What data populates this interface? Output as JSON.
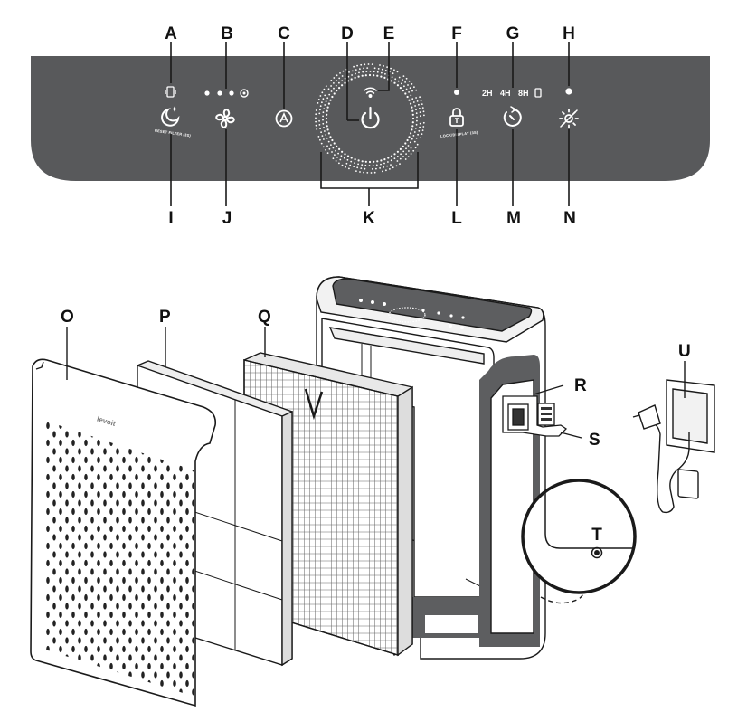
{
  "control_panel": {
    "callouts_top": [
      "A",
      "B",
      "C",
      "D",
      "E",
      "F",
      "G",
      "H"
    ],
    "callouts_bottom": [
      "I",
      "J",
      "K",
      "L",
      "M",
      "N"
    ],
    "sleep_button_caption": "RESET FILTER (3S)",
    "lock_button_caption": "LOCK/DISPLAY (3S)",
    "timer_options": [
      "2H",
      "4H",
      "8H"
    ]
  },
  "exploded_view": {
    "callouts": [
      "O",
      "P",
      "Q",
      "R",
      "S",
      "T",
      "U"
    ],
    "cover_logo": "levoit"
  },
  "colors": {
    "panel": "#58595b",
    "line": "#1a1a1a",
    "panel_icon": "#ffffff",
    "body_accent": "#5d5e60"
  },
  "icons": [
    "filter-indicator-icon",
    "fan-speed-dots-icon",
    "auto-mode-icon",
    "power-icon",
    "wifi-icon",
    "lock-icon",
    "timer-icon",
    "light-sensor-icon",
    "sleep-mode-icon",
    "fan-icon",
    "display-icon"
  ]
}
